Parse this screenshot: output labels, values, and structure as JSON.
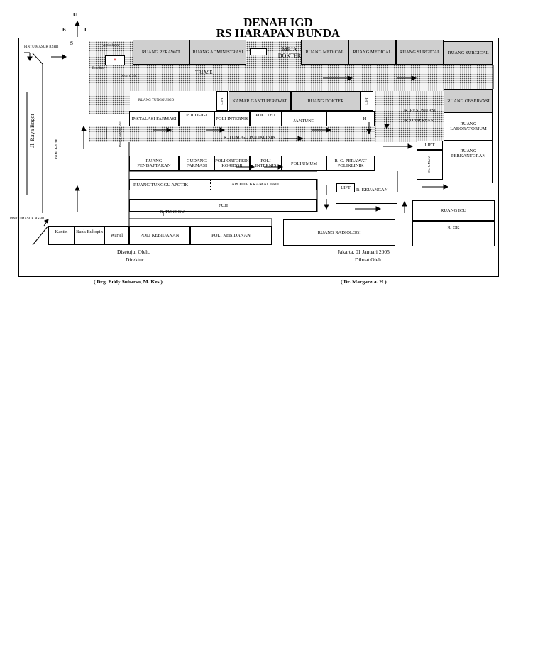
{
  "title": {
    "line1": "DENAH IGD",
    "line2": "RS HARAPAN BUNDA"
  },
  "compass": {
    "n": "U",
    "w": "B",
    "e": "T",
    "s": "S"
  },
  "entrances": {
    "top": "PINTU MASUK RSHB",
    "bottom": "PINTU MASUK RSHB"
  },
  "streets": {
    "main": "Jl. Raya Bogor",
    "parking": "Parkir R.S HB",
    "corridor": "Pintu Gedung Poli"
  },
  "top_row": {
    "ambulance": "Ambulance",
    "stretcher": "Brankar",
    "emergency_door": "Pintu IGD",
    "waiting": "RUANG TUNGGU IGD",
    "perawat": "RUANG PERAWAT",
    "administrasi": "RUANG ADMINISTRASI",
    "meja_dokter": "MEJA DOKTER",
    "medical1": "RUANG MEDICAL",
    "medical2": "RUANG MEDICAL",
    "surgical1": "RUANG SURGICAL",
    "surgical2": "RUANG SURGICAL",
    "triage": "TRIASE"
  },
  "middle_block": {
    "lift1": "LIFT",
    "lift2": "LIFT",
    "kamar_ganti": "KAMAR GANTI PERAWAT",
    "ruang_dokter": "RUANG DOKTER",
    "observasi": "RUANG OBSERVASI",
    "resusitasi": "R. RESUSITASI",
    "r_observasi": "R. OBSERVASI",
    "laboratorium": "RUANG LABORATORIUM",
    "lift3": "LIFT",
    "wc": "WC UMUM",
    "perkantoran": "RUANG PERKANTORAN"
  },
  "poli_row1": {
    "farmasi": "INSTALASI FARMASI",
    "gigi": "POLI GIGI",
    "interns": "POLI INTERNIS",
    "tht": "POLI THT",
    "jantung": "JANTUNG",
    "poli_anak": "H",
    "tunggu_poliklinik": "R. TUNGGU POLIKLINIK"
  },
  "poli_row2": {
    "pendaftaran": "RUANG PENDAFTARAN",
    "gudang": "GUDANG FARMASI",
    "ortopedi": "POLI ORTOPEDI KORIDOR",
    "internis": "POLI INTERNIS",
    "umum": "POLI UMUM",
    "perawat_poli": "R. G. PERAWAT POLIKLINIK"
  },
  "lower": {
    "tunggu_apotik": "RUANG TUNGGU APOTIK",
    "apotik": "APOTIK KRAMAT JATI",
    "lift": "LIFT",
    "keuangan": "R. KEUANGAN",
    "fuji": "FUJI",
    "r_tunggu": "R. TUNGGU",
    "icu": "RUANG ICU",
    "ok": "R. OK",
    "kantin": "Kantin",
    "bank": "Bank Bukopin",
    "wartel": "Wartel",
    "kebidanan1": "POLI KEBIDANAN",
    "kebidanan2": "POLI KEBIDANAN",
    "radiologi": "RUANG RADIOLOGI"
  },
  "signatures": {
    "approved": "Disetujui Oleh,",
    "director": "Direktur",
    "director_name": "( Drg. Eddy Suharso, M. Kes )",
    "place_date": "Jakarta, 01 Januari 2005",
    "made_by": "Dibuat Oleh",
    "maker_name": "( Dr. Margareta. H )"
  }
}
